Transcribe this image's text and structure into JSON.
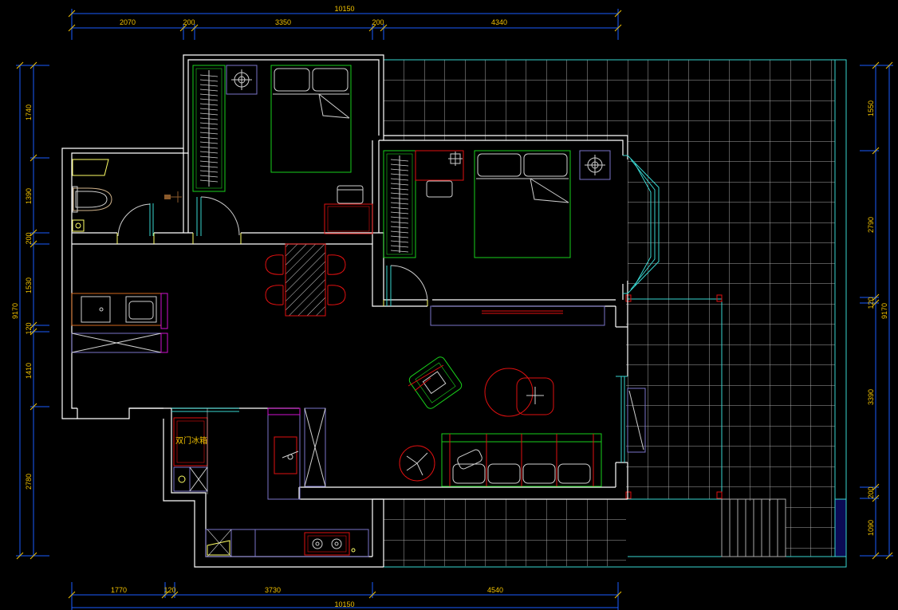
{
  "drawing": {
    "type": "apartment floor plan (CAD)",
    "background": "#000000",
    "colors": {
      "wall": "#ffffff",
      "dimension_line": "#1a5cff",
      "dimension_text": "#f2c200",
      "terrace_grid": "#a8a8a8",
      "terrace_outline": "#39d6d0",
      "furniture_green": "#19d11b",
      "furniture_red": "#e01010",
      "cabinet": "#7a74c9",
      "fixture_magenta": "#d010d0"
    }
  },
  "dimensions": {
    "top": {
      "total": "10150",
      "segments": [
        "2070",
        "200",
        "3350",
        "200",
        "4340"
      ]
    },
    "bottom": {
      "total": "10150",
      "segments": [
        "1770",
        "120",
        "3730",
        "4540"
      ]
    },
    "left": {
      "total": "9170",
      "segments": [
        "1740",
        "1390",
        "200",
        "1530",
        "120",
        "1410",
        "2780"
      ]
    },
    "right": {
      "total": "9170",
      "segments": [
        "1550",
        "2790",
        "120",
        "3390",
        "200",
        "1090"
      ]
    }
  },
  "labels": {
    "fridge": "双门冰箱"
  },
  "icons": [
    "bed-icon",
    "wardrobe-icon",
    "toilet-icon",
    "sofa-icon",
    "dining-table-icon",
    "armchair-icon",
    "round-table-icon",
    "stove-icon",
    "sink-icon",
    "desk-icon",
    "door-swing-icon",
    "bay-window-icon"
  ]
}
